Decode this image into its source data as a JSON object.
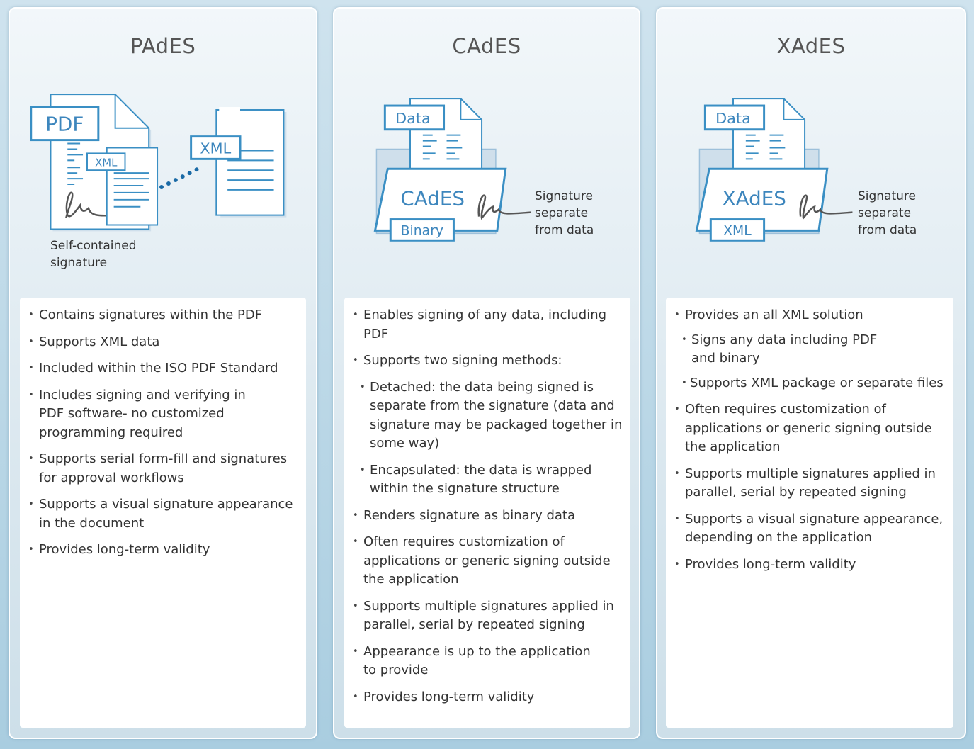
{
  "pades": {
    "title": "PAdES",
    "labels": {
      "pdf": "PDF",
      "xml_small": "XML",
      "xml_ext": "XML"
    },
    "caption_line1": "Self-contained",
    "caption_line2": "signature",
    "bullets": [
      "Contains signatures within the PDF",
      "Supports XML data",
      "Included within the ISO PDF Standard",
      "Includes signing and verifying in PDF software-    no customized programming required",
      "Supports serial form-fill and signatures for approval workflows",
      "Supports a visual signature appearance in the document",
      "Provides long-term validity"
    ]
  },
  "cades": {
    "title": "CAdES",
    "labels": {
      "data": "Data",
      "envelope": "CAdES",
      "format": "Binary"
    },
    "caption_line1": "Signature",
    "caption_line2": "separate",
    "caption_line3": "from data",
    "bullets": [
      "Enables signing of any data, including PDF",
      "Supports two signing methods:",
      "Detached: the data being signed is separate from the signature (data and signature may be packaged together in some way)",
      "Encapsulated: the data is wrapped within the signature structure",
      "Renders signature as binary data",
      "Often requires customization of applications or generic signing outside the application",
      "Supports multiple signatures applied in parallel, serial by repeated signing",
      "Appearance is up to the application to provide",
      "Provides long-term validity"
    ]
  },
  "xades": {
    "title": "XAdES",
    "labels": {
      "data": "Data",
      "envelope": "XAdES",
      "format": "XML"
    },
    "caption_line1": "Signature",
    "caption_line2": "separate",
    "caption_line3": "from data",
    "bullets": [
      "Provides an all XML solution",
      "Signs any data including PDF and binary",
      "Supports XML package or separate files",
      "Often requires customization of applications or generic signing outside the application",
      "Supports multiple signatures applied in parallel, serial by repeated signing",
      "Supports a visual signature appearance, depending on the application",
      "Provides long-term validity"
    ]
  },
  "colors": {
    "accent": "#3a8fc4",
    "label_text": "#3d86bd",
    "doc_fill": "#ffffff",
    "connector": "#1a6aa6"
  }
}
